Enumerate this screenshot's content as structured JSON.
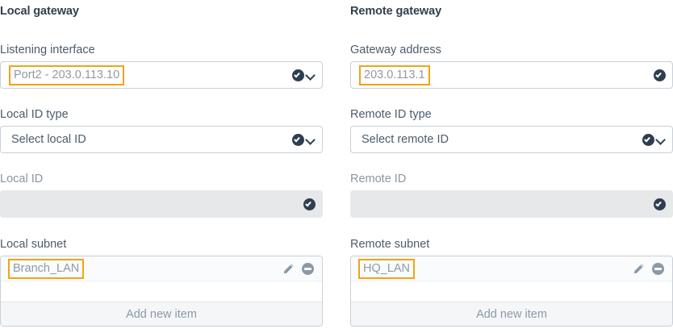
{
  "theme": {
    "accent_highlight": "#f0a315",
    "text_primary": "#44546a",
    "text_label": "#4b5c6b",
    "text_muted": "#8c99a6",
    "border": "#c8d0d8",
    "disabled_bg": "#e7e8ea",
    "check_icon_color": "#2e3e50",
    "row_action_color": "#8b99a7"
  },
  "columns": [
    {
      "title": "Local gateway",
      "fields": [
        {
          "label": "Listening interface",
          "value": "Port2 - 203.0.113.10",
          "highlighted": true,
          "disabled": false,
          "has_check": true,
          "has_chevron": true
        },
        {
          "label": "Local ID type",
          "value": "Select local ID",
          "highlighted": false,
          "disabled": false,
          "has_check": true,
          "has_chevron": true
        },
        {
          "label": "Local ID",
          "value": "",
          "highlighted": false,
          "disabled": true,
          "has_check": true,
          "has_chevron": false
        }
      ],
      "subnet": {
        "label": "Local subnet",
        "items": [
          {
            "value": "Branch_LAN",
            "highlighted": true
          }
        ],
        "add_label": "Add new item",
        "edit_icon": "pencil-icon",
        "remove_icon": "minus-circle-icon"
      }
    },
    {
      "title": "Remote gateway",
      "fields": [
        {
          "label": "Gateway address",
          "value": "203.0.113.1",
          "highlighted": true,
          "disabled": false,
          "has_check": true,
          "has_chevron": false
        },
        {
          "label": "Remote ID type",
          "value": "Select remote ID",
          "highlighted": false,
          "disabled": false,
          "has_check": true,
          "has_chevron": true
        },
        {
          "label": "Remote ID",
          "value": "",
          "highlighted": false,
          "disabled": true,
          "has_check": true,
          "has_chevron": false
        }
      ],
      "subnet": {
        "label": "Remote subnet",
        "items": [
          {
            "value": "HQ_LAN",
            "highlighted": true
          }
        ],
        "add_label": "Add new item",
        "edit_icon": "pencil-icon",
        "remove_icon": "minus-circle-icon"
      }
    }
  ]
}
